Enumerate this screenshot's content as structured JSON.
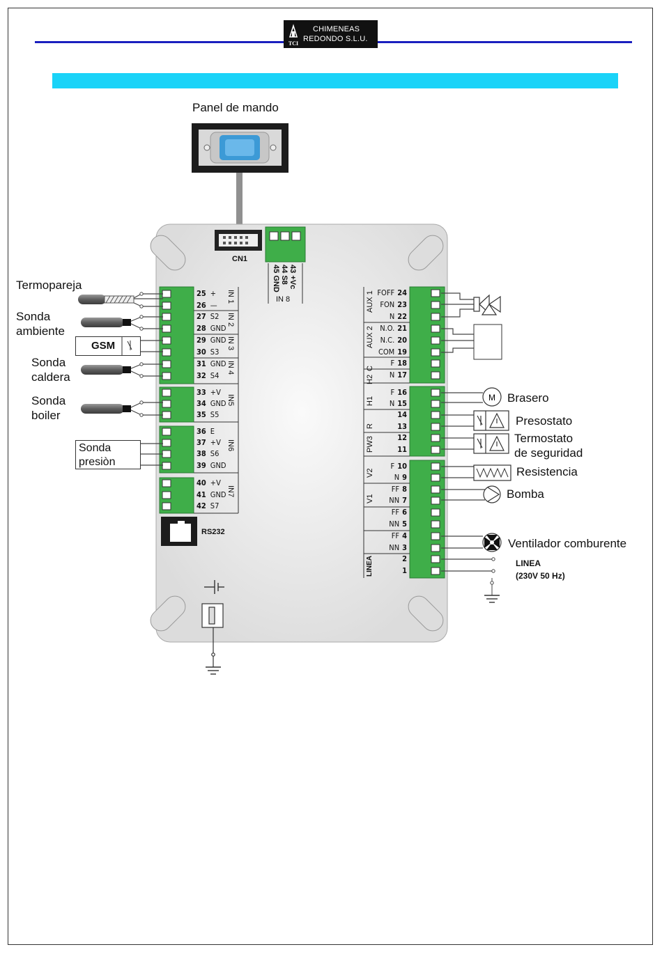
{
  "header": {
    "logo_line1": "CHIMENEAS",
    "logo_line2": "REDONDO S.L.U.",
    "logo_mark": "TCI",
    "line_color": "#1a1fbf",
    "band_color": "#1ad3f8"
  },
  "panel": {
    "label": "Panel de mando",
    "connector": "CN1"
  },
  "in8": {
    "label": "IN 8",
    "terminals": [
      {
        "num": "43",
        "name": "+Vc"
      },
      {
        "num": "44",
        "name": "S8"
      },
      {
        "num": "45",
        "name": "GND"
      }
    ]
  },
  "left_terminals": [
    {
      "num": "25",
      "name": "+"
    },
    {
      "num": "26",
      "name": "—"
    },
    {
      "num": "27",
      "name": "S2"
    },
    {
      "num": "28",
      "name": "GND"
    },
    {
      "num": "29",
      "name": "GND"
    },
    {
      "num": "30",
      "name": "S3"
    },
    {
      "num": "31",
      "name": "GND"
    },
    {
      "num": "32",
      "name": "S4"
    },
    {
      "num": "33",
      "name": "+V"
    },
    {
      "num": "34",
      "name": "GND"
    },
    {
      "num": "35",
      "name": "S5"
    },
    {
      "num": "36",
      "name": "E"
    },
    {
      "num": "37",
      "name": "+V"
    },
    {
      "num": "38",
      "name": "S6"
    },
    {
      "num": "39",
      "name": "GND"
    },
    {
      "num": "40",
      "name": "+V"
    },
    {
      "num": "41",
      "name": "GND"
    },
    {
      "num": "42",
      "name": "S7"
    }
  ],
  "left_groups": [
    "IN 1",
    "IN 2",
    "IN 3",
    "IN 4",
    "IN5",
    "IN6",
    "IN7"
  ],
  "right_terminals": [
    {
      "name": "FOFF",
      "num": "24"
    },
    {
      "name": "FON",
      "num": "23"
    },
    {
      "name": "N",
      "num": "22"
    },
    {
      "name": "N.O.",
      "num": "21"
    },
    {
      "name": "N.C.",
      "num": "20"
    },
    {
      "name": "COM",
      "num": "19"
    },
    {
      "name": "F",
      "num": "18"
    },
    {
      "name": "N",
      "num": "17"
    },
    {
      "name": "F",
      "num": "16"
    },
    {
      "name": "N",
      "num": "15"
    },
    {
      "name": "",
      "num": "14"
    },
    {
      "name": "",
      "num": "13"
    },
    {
      "name": "",
      "num": "12"
    },
    {
      "name": "",
      "num": "11"
    },
    {
      "name": "F",
      "num": "10"
    },
    {
      "name": "N",
      "num": "9"
    },
    {
      "name": "FF",
      "num": "8"
    },
    {
      "name": "NN",
      "num": "7"
    },
    {
      "name": "FF",
      "num": "6"
    },
    {
      "name": "NN",
      "num": "5"
    },
    {
      "name": "FF",
      "num": "4"
    },
    {
      "name": "NN",
      "num": "3"
    },
    {
      "name": "",
      "num": "2"
    },
    {
      "name": "",
      "num": "1"
    }
  ],
  "right_groups": [
    "AUX 1",
    "AUX 2",
    "C",
    "H2",
    "H1",
    "R",
    "PW3",
    "V2",
    "V1",
    "LINEA"
  ],
  "left_labels": {
    "termopareja": "Termopareja",
    "sonda_ambiente": "Sonda\nambiente",
    "gsm": "GSM",
    "sonda_caldera": "Sonda\ncaldera",
    "sonda_boiler": "Sonda\nboiler",
    "sonda_presion": "Sonda\npresiòn"
  },
  "right_labels": {
    "brasero": "Brasero",
    "presostato": "Presostato",
    "termostato": "Termostato\nde seguridad",
    "resistencia": "Resistencia",
    "bomba": "Bomba",
    "ventilador": "Ventilador comburente",
    "linea": "LINEA",
    "linea_spec": "(230V 50 Hz)"
  },
  "rs232": "RS232",
  "motor_symbol": "M",
  "board_color": "#eeeeee",
  "terminal_green": "#3fae49"
}
